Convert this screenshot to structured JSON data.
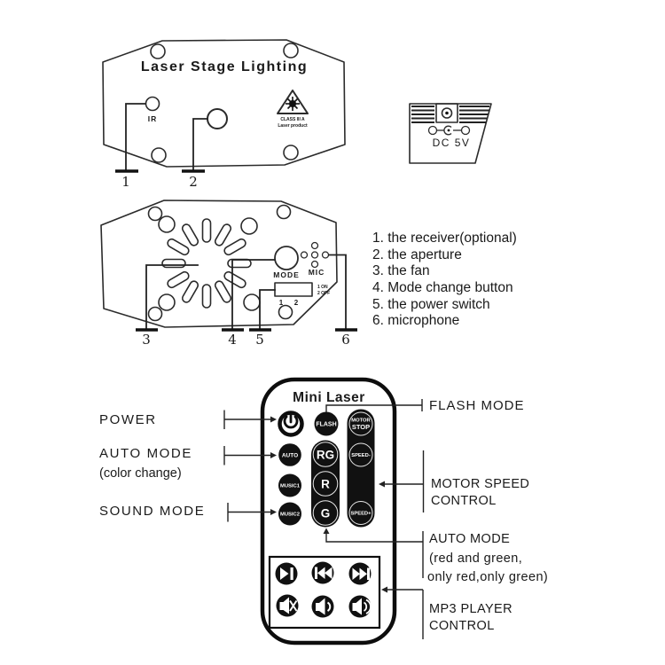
{
  "top_device": {
    "title": "Laser Stage Lighting",
    "ir_label": "IR",
    "warning": {
      "line1": "CLASS III A",
      "line2": "Laser product"
    },
    "callouts": {
      "c1": "1",
      "c2": "2"
    }
  },
  "dc_panel": {
    "label": "DC  5V"
  },
  "bottom_device": {
    "mode_label": "MODE",
    "mic_label": "MIC",
    "switch": {
      "on": "1 ON",
      "off": "2 OFF",
      "pos1": "1",
      "pos2": "2"
    },
    "callouts": {
      "c3": "3",
      "c4": "4",
      "c5": "5",
      "c6": "6"
    }
  },
  "legend": {
    "items": [
      "1. the receiver(optional)",
      "2. the aperture",
      "3. the fan",
      "4. Mode change button",
      "5. the power switch",
      "6. microphone"
    ]
  },
  "remote": {
    "title": "Mini Laser",
    "buttons": {
      "flash": "FLASH",
      "motor_stop_top": "MOTOR",
      "motor_stop_bottom": "STOP",
      "auto": "AUTO",
      "rg": "RG",
      "speed_minus": "SPEED-",
      "music1": "MUSIC1",
      "r": "R",
      "music2": "MUSIC2",
      "g": "G",
      "speed_plus": "SPEED+"
    }
  },
  "annotations": {
    "power": "POWER",
    "auto_mode_left": "AUTO  MODE",
    "auto_mode_left_sub": "(color change)",
    "sound_mode": "SOUND MODE",
    "flash_mode": "FLASH MODE",
    "motor_speed_line1": "MOTOR SPEED",
    "motor_speed_line2": "CONTROL",
    "auto_mode_right": "AUTO MODE",
    "auto_mode_right_sub1": "(red and green,",
    "auto_mode_right_sub2": "only red,only green)",
    "mp3_line1": "MP3 PLAYER",
    "mp3_line2": "CONTROL"
  }
}
